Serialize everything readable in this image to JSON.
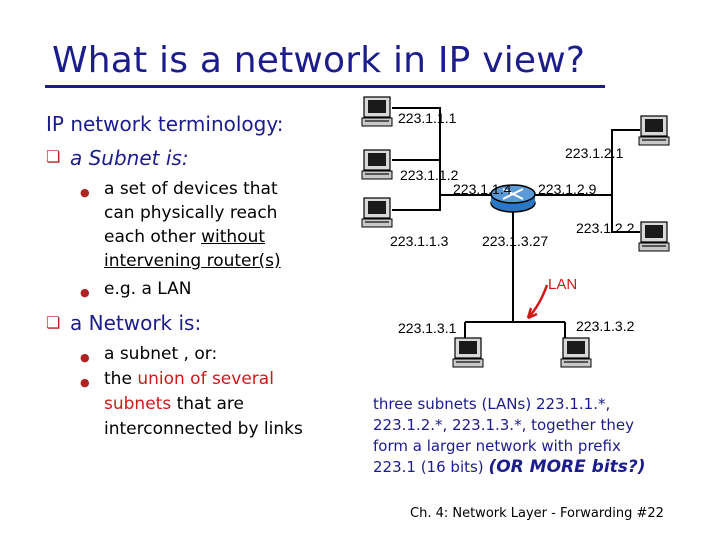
{
  "title": "What is a network in IP view?",
  "left": {
    "heading": "IP network terminology:",
    "subnet_label": "a Subnet is:",
    "subnet_bullets": [
      {
        "line1": "a set of devices that",
        "line2": "can physically reach",
        "line3_pre": "each other ",
        "line3_u": "without",
        "line4": "intervening router(s)"
      },
      {
        "line1": "e.g. a LAN"
      }
    ],
    "network_label": "a Network is:",
    "network_bullets": [
      {
        "line1": "a subnet , or:"
      },
      {
        "line1_pre": "the ",
        "line1_red": "union of several",
        "line2_red": "subnets",
        "line2_post": " that are",
        "line3": "interconnected by links"
      }
    ]
  },
  "diagram": {
    "ips": {
      "h1": "223.1.1.1",
      "h2": "223.1.1.2",
      "h3": "223.1.1.3",
      "r1": "223.1.1.4",
      "h4": "223.1.2.1",
      "r2": "223.1.2.9",
      "h5": "223.1.2.2",
      "r3": "223.1.3.27",
      "h6": "223.1.3.1",
      "h7": "223.1.3.2"
    },
    "lan_label": "LAN",
    "colors": {
      "lan": "#d01818",
      "wire": "#000000",
      "router": "#2a78c4"
    }
  },
  "note": {
    "line1": "three subnets (LANs) 223.1.1.*,",
    "line2": "223.1.2.*, 223.1.3.*, together they",
    "line3": "form a larger network with prefix",
    "line4_a": "223.1  (16 bits) ",
    "line4_b": "(OR MORE bits?)"
  },
  "footer": "Ch. 4: Network Layer - Forwarding  #22"
}
